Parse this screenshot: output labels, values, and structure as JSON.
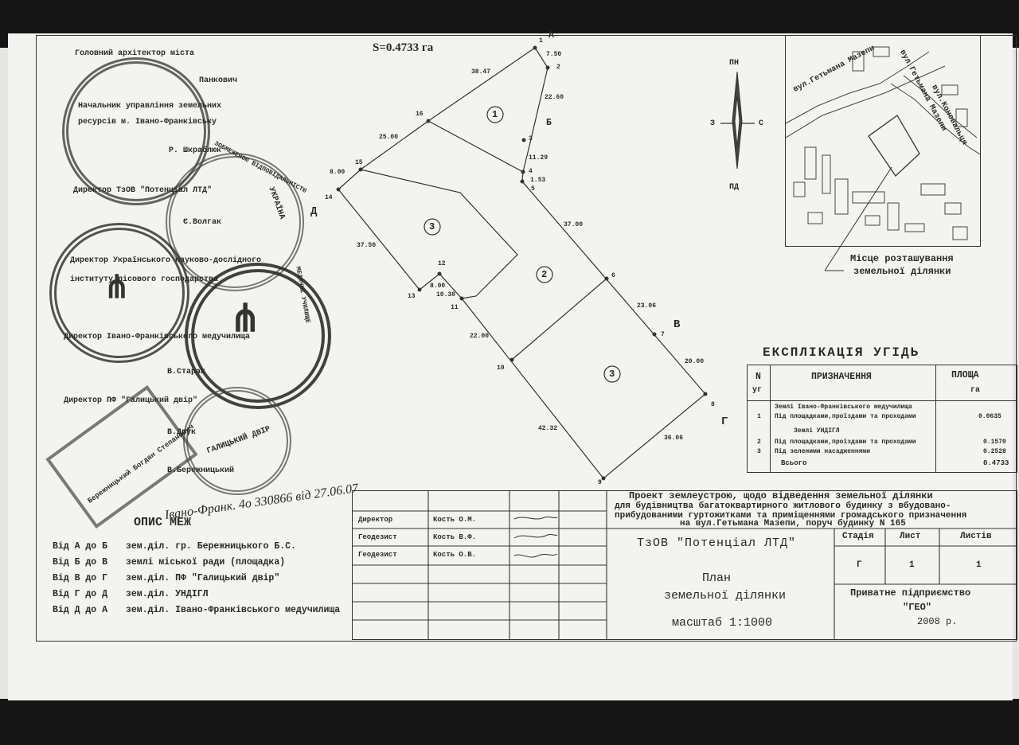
{
  "area_header": "S=0.4733 га",
  "compass": {
    "north": "ПН",
    "south": "ПД",
    "west": "З",
    "east": "С"
  },
  "side_letters": {
    "A": "А",
    "B": "Б",
    "V": "В",
    "G": "Г",
    "D": "Д"
  },
  "dimensions": [
    "7.50",
    "38.47",
    "22.60",
    "25.00",
    "11.29",
    "1.53",
    "8.00",
    "37.00",
    "37.50",
    "8.00",
    "10.30",
    "22.00",
    "23.06",
    "20.00",
    "42.32",
    "36.06"
  ],
  "point_numbers": [
    "1",
    "2",
    "3",
    "4",
    "5",
    "6",
    "7",
    "8",
    "9",
    "10",
    "11",
    "12",
    "13",
    "14",
    "15",
    "16"
  ],
  "parcel_labels": [
    "1",
    "2",
    "3",
    "3"
  ],
  "location_map": {
    "streets": [
      "вул.Гетьмана Мазепи",
      "вул.Гетьмана Мазепи",
      "вул.Коновальця"
    ],
    "caption_line1": "Місце розташування",
    "caption_line2": "земельної ділянки"
  },
  "left_block": {
    "lines": [
      "Головний архітектор міста",
      "Панкович",
      "Начальник управління земельних",
      "ресурсів м. Івано-Франківську",
      "Р. Шкраблюк",
      "Директор ТзОВ \"Потенціал ЛТД\"",
      "Є.Волгак",
      "Директор Українського науково-дослідного",
      "інституту лісового господарства",
      "Директор Івано-Франківського медучилища",
      "В.Старак",
      "Директор ПФ \"Галицький двір\"",
      "В.Друк",
      "В.Бережницький"
    ],
    "handwriting": "Івано-Франк. 4о 330866 від 27.06.07"
  },
  "stamp_texts": [
    "ГАЛИЦЬКИЙ ДВІР",
    "УКРАЇНА",
    "ЗОБМЕЖЕНОЮ ВІДПОВІДАЛЬНІСТЮ",
    "Бережницький Богдан Степанович",
    "МЕДИЧНЕ УЧИЛИЩЕ"
  ],
  "opys_mezh": {
    "title": "ОПИС МЕЖ",
    "rows": [
      {
        "from": "Від А до Б",
        "desc": "зем.діл. гр. Бережницького Б.С."
      },
      {
        "from": "Від Б до В",
        "desc": "землі міської ради (площадка)"
      },
      {
        "from": "Від В до Г",
        "desc": "зем.діл. ПФ \"Галицький двір\""
      },
      {
        "from": "Від Г до Д",
        "desc": "зем.діл. УНДІГЛ"
      },
      {
        "from": "Від Д до А",
        "desc": "зем.діл. Івано-Франківського медучилища"
      }
    ]
  },
  "explication": {
    "title": "ЕКСПЛІКАЦІЯ УГІДЬ",
    "headers": {
      "n": "N",
      "n2": "уг",
      "purpose": "ПРИЗНАЧЕННЯ",
      "area": "ПЛОЩА",
      "area_unit": "га"
    },
    "rows": [
      {
        "n": "",
        "purpose": "Землі Івано-Франківського медучилища",
        "area": ""
      },
      {
        "n": "1",
        "purpose": "Під площадками,проїздами та проходами",
        "area": "0.0635"
      },
      {
        "n": "",
        "purpose": "Землі УНДІГЛ",
        "area": ""
      },
      {
        "n": "2",
        "purpose": "Під площадками,проїздами та проходами",
        "area": "0.1570"
      },
      {
        "n": "3",
        "purpose": "Під зеленими насадженнями",
        "area": "0.2528"
      },
      {
        "n": "",
        "purpose": "Всього",
        "area": "0.4733"
      }
    ]
  },
  "title_block": {
    "project": [
      "Проект землеустрою, щодо відведення земельної ділянки",
      "для будівництва багатоквартирного житлового будинку з вбудовано-",
      "прибудованими гуртожитками та приміщеннями громадського призначення",
      "на вул.Гетьмана Мазепи, поруч будинку N 165"
    ],
    "signers": [
      {
        "role": "Директор",
        "name": "Кость О.М."
      },
      {
        "role": "Геодезист",
        "name": "Кость В.Ф."
      },
      {
        "role": "Геодезист",
        "name": "Кость О.В."
      }
    ],
    "company": "ТзОВ \"Потенціал ЛТД\"",
    "stage_header": "Стадія",
    "sheet_header": "Лист",
    "sheets_header": "Листів",
    "stage": "Г",
    "sheet": "1",
    "sheets": "1",
    "plan_line1": "План",
    "plan_line2": "земельної ділянки",
    "scale": "масштаб   1:1000",
    "org_line1": "Приватне підприємство",
    "org_line2": "\"ГЕО\"",
    "year": "2008 р."
  }
}
